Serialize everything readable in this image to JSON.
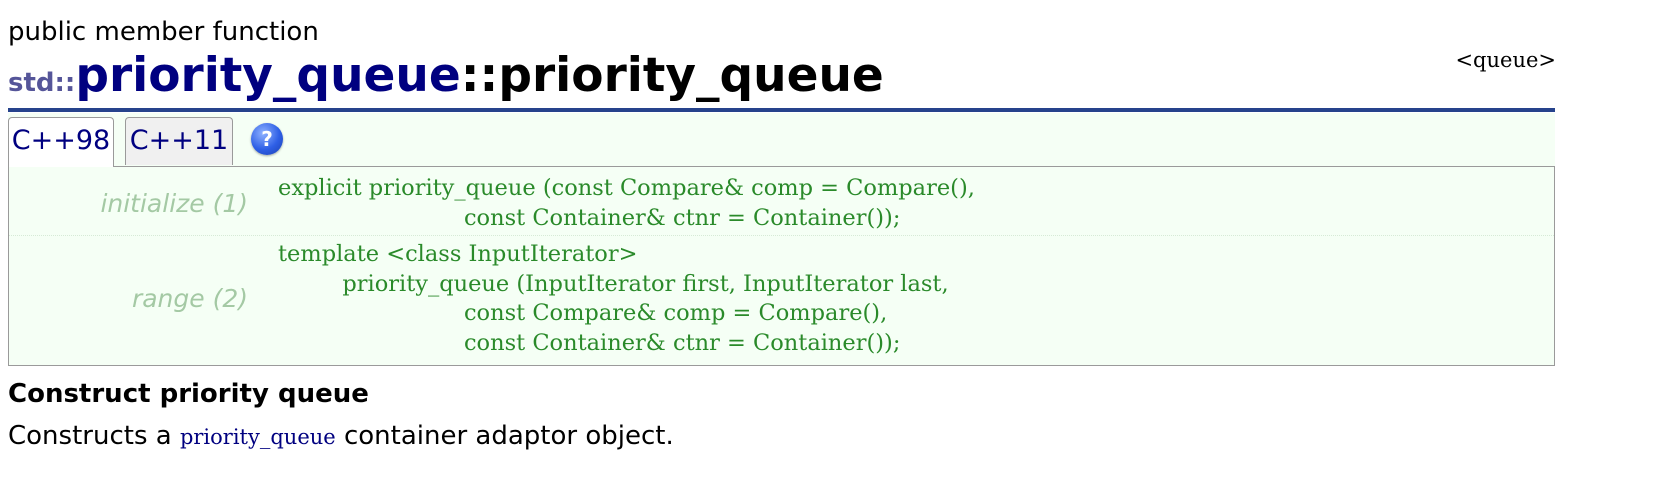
{
  "header": {
    "kind": "public member function",
    "include": "<queue>",
    "title": {
      "namespace": "std::",
      "class_name": "priority_queue",
      "separator": "::",
      "function_name": "priority_queue"
    }
  },
  "tabs": [
    {
      "label": "C++98",
      "active": true
    },
    {
      "label": "C++11",
      "active": false
    }
  ],
  "help_icon": "?",
  "declarations": [
    {
      "label": "initialize (1)",
      "code": "explicit priority_queue (const Compare& comp = Compare(),\n                          const Container& ctnr = Container());"
    },
    {
      "label": "range (2)",
      "code": "template <class InputIterator>\n         priority_queue (InputIterator first, InputIterator last,\n                          const Compare& comp = Compare(),\n                          const Container& ctnr = Container());"
    }
  ],
  "section": {
    "title": "Construct priority queue",
    "description_before": "Constructs a ",
    "description_code": "priority_queue",
    "description_after": " container adaptor object."
  },
  "colors": {
    "title_class": "#000080",
    "namespace": "#555599",
    "rule": "#26438c",
    "code": "#2a8a2a",
    "decl_label": "#a4c9a4",
    "panel_bg": "#f5fff5"
  }
}
